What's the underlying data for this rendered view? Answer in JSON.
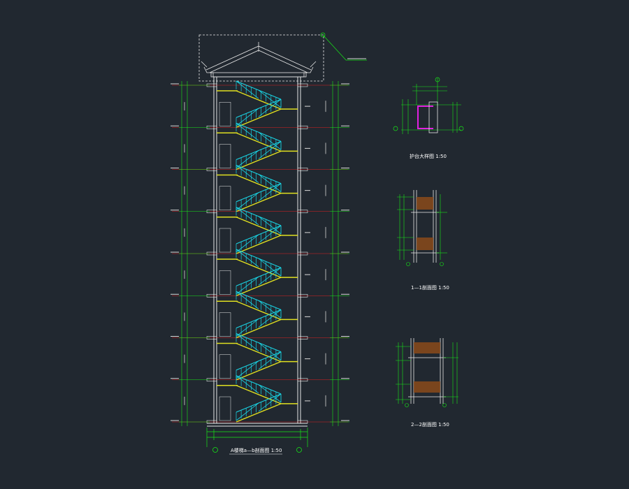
{
  "drawing": {
    "background": "#212830",
    "colors": {
      "wall": "#e8e8e8",
      "stair": "#19d6e6",
      "dim": "#17e617",
      "floor_line": "#e02020",
      "landing": "#e0e020",
      "accent": "#e020e0",
      "timber": "#8a4a1a"
    },
    "main_title": "A楼梯a—b剖面图 1:50",
    "detail_plan_title": "护台大样图 1:50",
    "section_1_title": "1—1剖面图 1:50",
    "section_2_title": "2—2剖面图 1:50",
    "floors": 9
  }
}
